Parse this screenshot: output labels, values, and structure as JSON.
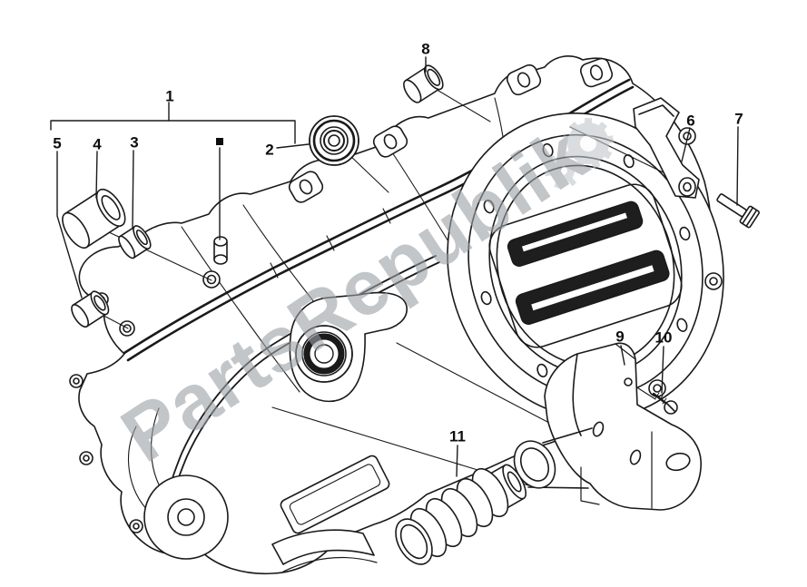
{
  "diagram": {
    "watermark": {
      "text": "PartsRepublik",
      "color": "#9aa1a6",
      "logo": "gear-icon"
    },
    "line_color": "#1a1a1a",
    "marker": {
      "shape": "filled-square"
    },
    "callouts": [
      {
        "label": "1"
      },
      {
        "label": "2"
      },
      {
        "label": "3"
      },
      {
        "label": "4"
      },
      {
        "label": "5"
      },
      {
        "label": "6"
      },
      {
        "label": "7"
      },
      {
        "label": "8"
      },
      {
        "label": "9"
      },
      {
        "label": "10"
      },
      {
        "label": "11"
      }
    ]
  }
}
